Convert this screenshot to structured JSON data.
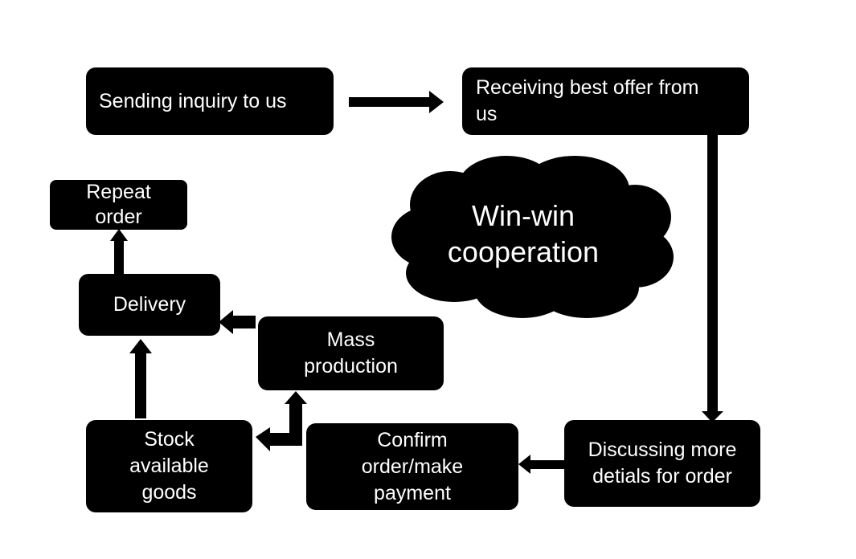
{
  "diagram": {
    "nodes": {
      "sending_inquiry": [
        "Sending inquiry to us"
      ],
      "receiving_offer": [
        "Receiving best offer from",
        "us"
      ],
      "discussing_details": [
        "Discussing more",
        "detials for order"
      ],
      "confirm_order": [
        "Confirm",
        "order/make",
        "payment"
      ],
      "stock_goods": [
        "Stock",
        "available",
        "goods"
      ],
      "mass_production": [
        "Mass",
        "production"
      ],
      "delivery": [
        "Delivery"
      ],
      "repeat_order": [
        "Repeat",
        "order"
      ]
    },
    "center_label": [
      "Win-win",
      "cooperation"
    ],
    "colors": {
      "box_fill": "#000000",
      "text": "#ffffff",
      "background": "#ffffff"
    }
  }
}
